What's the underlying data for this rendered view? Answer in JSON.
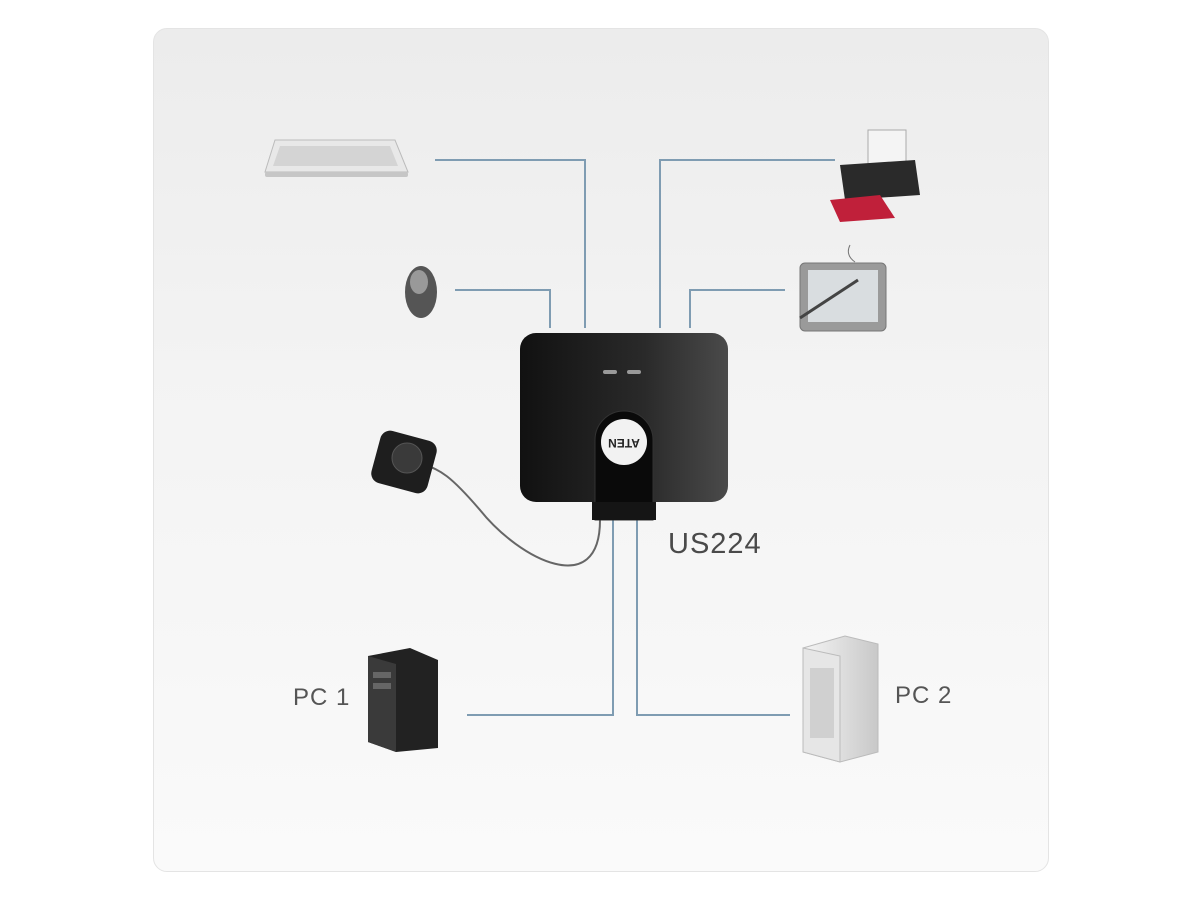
{
  "model_label": "US224",
  "pc1_label": "PC 1",
  "pc2_label": "PC 2",
  "logo_text": "ATEN",
  "colors": {
    "cable": "#7f9cb2",
    "switch": "#1c1c1c",
    "background": "#f0f0f0"
  }
}
